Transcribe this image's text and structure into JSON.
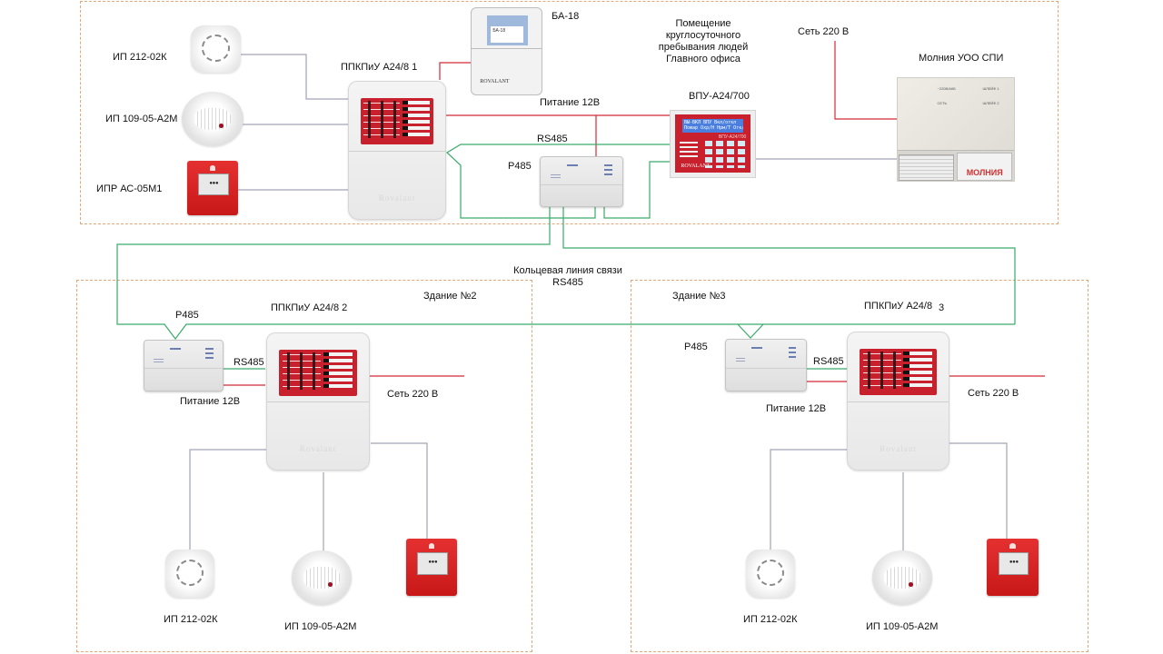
{
  "colors": {
    "zone_border": "#e0a878",
    "power_line": "#d42a36",
    "rs485_line": "#3aaa6a",
    "loop_line": "#9a9aa8",
    "device_red": "#c8202c"
  },
  "main_office": {
    "panel_label": "ППКПиУ А24/8   1",
    "room_label": "Помещение\nкруглосуточного\nпребывания людей\nГлавного офиса",
    "ba18": {
      "label": "БА-18",
      "screen_text": "БА-18",
      "brand": "ROVALANT"
    },
    "vpu": {
      "label": "ВПУ-А24/700",
      "lcd_text": "ВЫ-ВКЛ ВПУ Вкл/откл\nПожар Охр/Н Нрм/Т Отк/В",
      "model": "ВПУ-А24/700",
      "brand": "ROVALANT"
    },
    "repeater": {
      "label": "Р485"
    },
    "power_12v": "Питание 12В",
    "rs485": "RS485",
    "mains": "Сеть 220 В",
    "molniya": {
      "label": "Молния УОО СПИ",
      "logo_text": "МОЛНИЯ",
      "indicators": [
        "~220В/АКБ",
        "СЕТЬ",
        "ШЛЕЙФ 1",
        "ШЛЕЙФ 2"
      ]
    },
    "detectors": [
      {
        "type": "smoke",
        "label": "ИП 212-02К"
      },
      {
        "type": "heat",
        "label": "ИП 109-05-А2М"
      },
      {
        "type": "manual",
        "label": "ИПР АС-05М1"
      }
    ],
    "panel_brand": "Rovalant"
  },
  "ring_line": {
    "label_line1": "Кольцевая линия связи",
    "label_line2": "RS485"
  },
  "building2": {
    "title": "Здание №2",
    "panel_label": "ППКПиУ А24/8   2",
    "repeater": {
      "label": "Р485"
    },
    "rs485": "RS485",
    "power_12v": "Питание 12В",
    "mains": "Сеть 220 В",
    "detectors": [
      {
        "type": "smoke",
        "label": "ИП 212-02К"
      },
      {
        "type": "heat",
        "label": "ИП 109-05-А2М"
      },
      {
        "type": "manual",
        "label": ""
      }
    ],
    "panel_brand": "Rovalant"
  },
  "building3": {
    "title": "Здание №3",
    "panel_label": "ППКПиУ А24/8",
    "panel_number": "3",
    "repeater": {
      "label": "Р485"
    },
    "rs485": "RS485",
    "power_12v": "Питание 12В",
    "mains": "Сеть 220 В",
    "detectors": [
      {
        "type": "smoke",
        "label": "ИП 212-02К"
      },
      {
        "type": "heat",
        "label": "ИП 109-05-А2М"
      },
      {
        "type": "manual",
        "label": ""
      }
    ],
    "panel_brand": "Rovalant"
  }
}
